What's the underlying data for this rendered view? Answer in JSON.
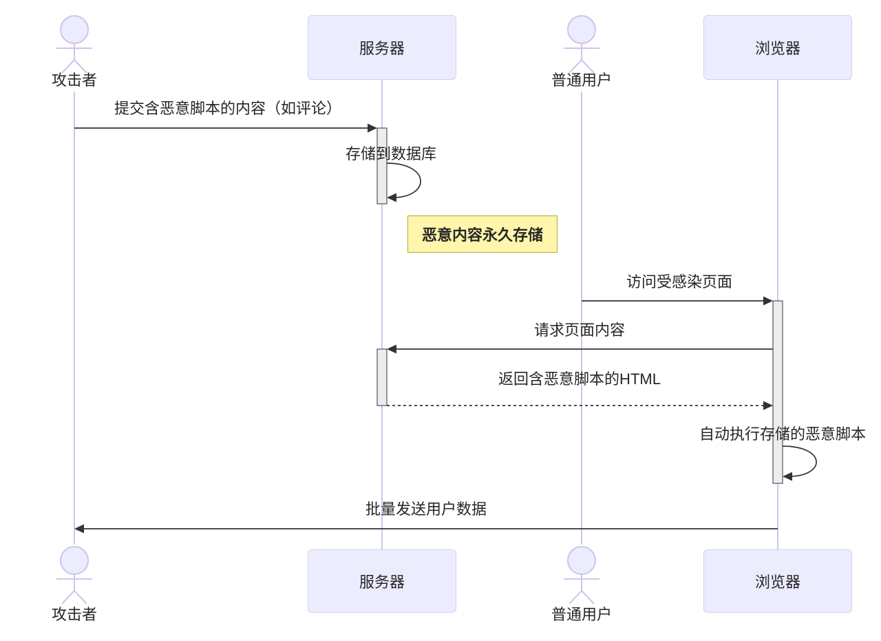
{
  "diagram": {
    "type": "sequence-diagram",
    "topic": "stored XSS attack flow",
    "colors": {
      "background": "#FFFFFF",
      "participant_fill": "#ECECFF",
      "participant_border": "#D5CFEF",
      "lifeline": "#CFC4EA",
      "activation_fill": "#EDEDED",
      "activation_border": "#333333",
      "note_fill": "#FFF5AD",
      "note_border": "#AAAA33",
      "arrow": "#333333",
      "text": "#262626"
    },
    "participants": [
      {
        "id": "attacker",
        "label": "攻击者",
        "kind": "actor"
      },
      {
        "id": "server",
        "label": "服务器",
        "kind": "participant"
      },
      {
        "id": "user",
        "label": "普通用户",
        "kind": "actor"
      },
      {
        "id": "browser",
        "label": "浏览器",
        "kind": "participant"
      }
    ],
    "messages": [
      {
        "from": "attacker",
        "to": "server",
        "text": "提交含恶意脚本的内容（如评论）",
        "style": "solid"
      },
      {
        "from": "server",
        "to": "server",
        "text": "存储到数据库",
        "style": "self"
      },
      {
        "from": "user",
        "to": "browser",
        "text": "访问受感染页面",
        "style": "solid"
      },
      {
        "from": "browser",
        "to": "server",
        "text": "请求页面内容",
        "style": "solid"
      },
      {
        "from": "server",
        "to": "browser",
        "text": "返回含恶意脚本的HTML",
        "style": "dashed"
      },
      {
        "from": "browser",
        "to": "browser",
        "text": "自动执行存储的恶意脚本",
        "style": "self"
      },
      {
        "from": "browser",
        "to": "attacker",
        "text": "批量发送用户数据",
        "style": "solid"
      }
    ],
    "note": {
      "text": "恶意内容永久存储",
      "position": "between server and user lifelines"
    }
  }
}
